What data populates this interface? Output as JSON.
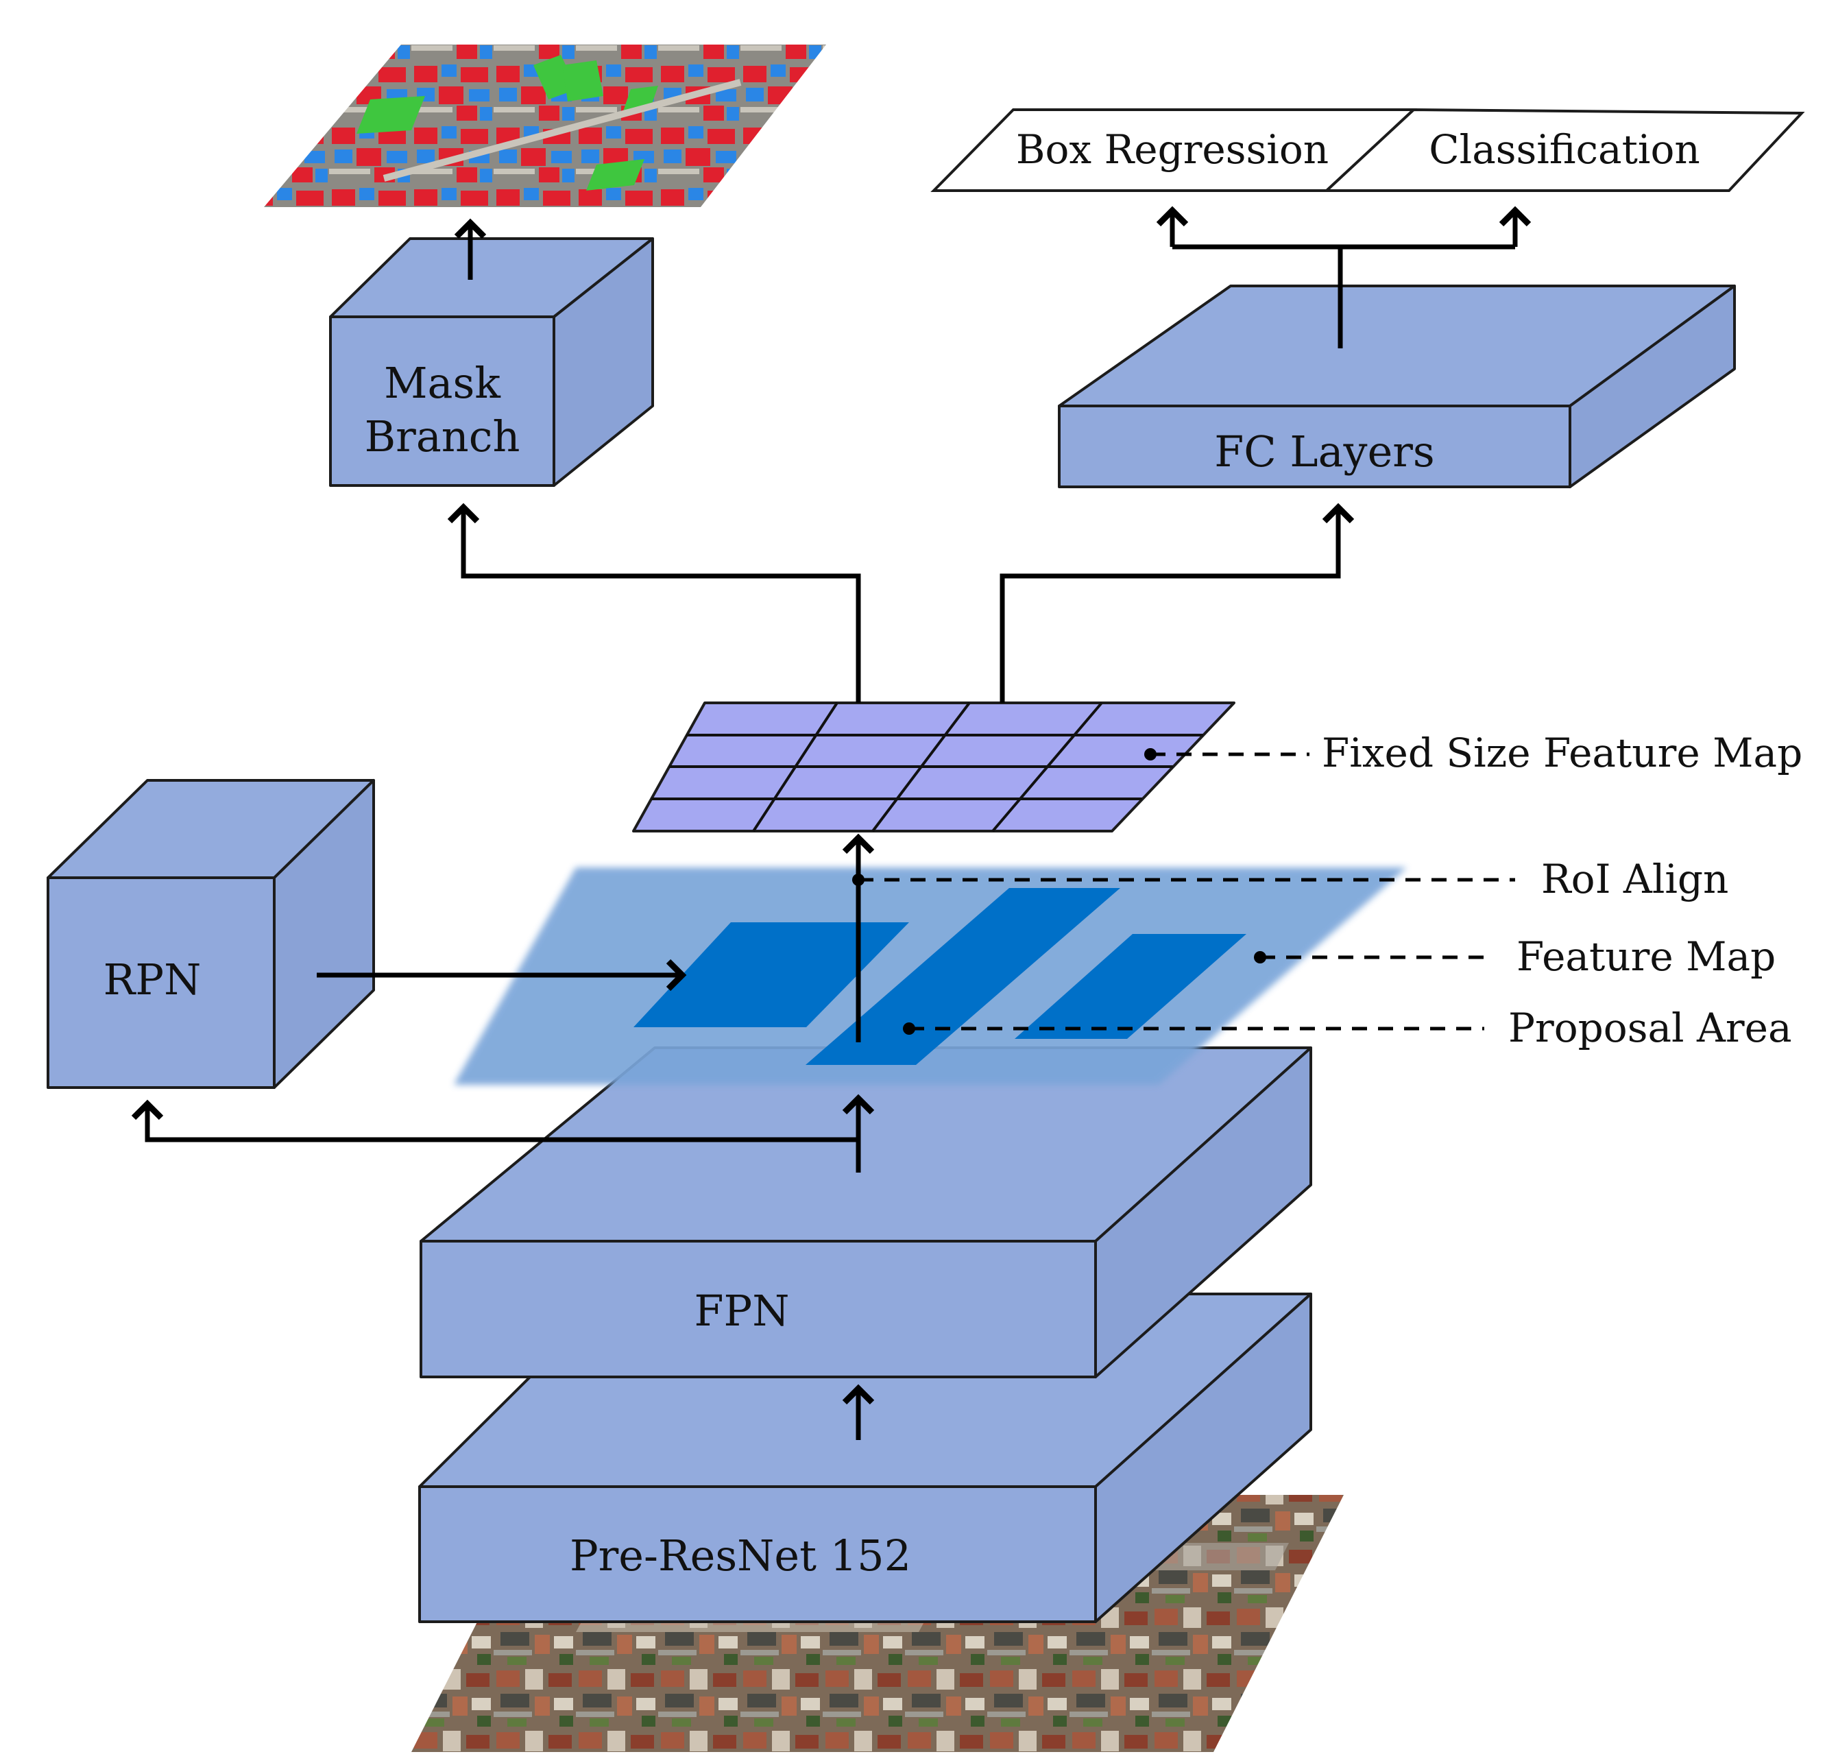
{
  "colors": {
    "block_front": "#91a9dc",
    "block_top": "#93abdd",
    "block_side": "#8aa2d6",
    "grid_fill": "#a5a8f2",
    "feature_map": "#7aa5d9",
    "proposal": "#0070c8",
    "mask_red": "#e0202e",
    "mask_blue": "#2a86e6",
    "mask_green": "#3fc63f"
  },
  "output": {
    "box_regression": "Box Regression",
    "classification": "Classification"
  },
  "blocks": {
    "mask_branch_line1": "Mask",
    "mask_branch_line2": "Branch",
    "fc_layers": "FC Layers",
    "rpn": "RPN",
    "fpn": "FPN",
    "backbone": "Pre-ResNet 152"
  },
  "annotations": {
    "fixed_size_feature_map": "Fixed Size Feature Map",
    "roi_align": "RoI Align",
    "feature_map": "Feature Map",
    "proposal_area": "Proposal Area"
  },
  "icons": [
    "arrow-up-icon",
    "arrow-right-icon"
  ]
}
